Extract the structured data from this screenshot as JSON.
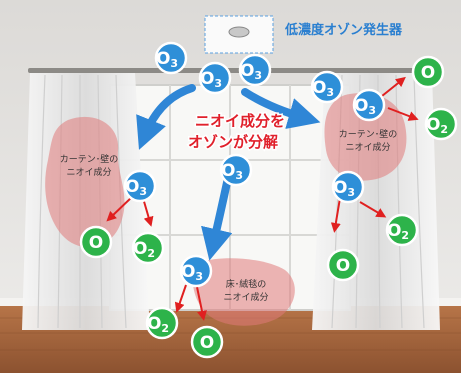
{
  "device": {
    "label": "低濃度オゾン発生器"
  },
  "center_caption": {
    "line1": "ニオイ成分を",
    "line2": "オゾンが分解"
  },
  "odor_zones": {
    "left_curtain": {
      "line1": "カーテン･壁の",
      "line2": "ニオイ成分"
    },
    "right_curtain": {
      "line1": "カーテン･壁の",
      "line2": "ニオイ成分"
    },
    "floor": {
      "line1": "床･絨毯の",
      "line2": "ニオイ成分"
    }
  },
  "molecule_labels": {
    "ozone": "O",
    "ozone_sub": "3",
    "oxygen": "O",
    "oxygen_sub": "2",
    "atom": "O"
  },
  "colors": {
    "ozone": "#2e8fd8",
    "oxygen": "#2db34a",
    "arrow_blue": "#2f86d6",
    "arrow_red": "#e02020",
    "odor": "#e07a7a",
    "caption": "#e0202b",
    "label": "#2a7fd0"
  }
}
